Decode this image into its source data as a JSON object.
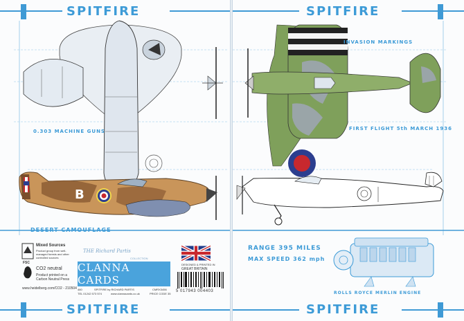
{
  "left_panel": {
    "title_top": "SPITFIRE",
    "title_bottom": "SPITFIRE",
    "caption_guns": "0.303 MACHINE GUNS",
    "caption_camo": "DESERT CAMOUFLAGE",
    "aircraft_letter": "B"
  },
  "right_panel": {
    "title_top": "SPITFIRE",
    "title_bottom": "SPITFIRE",
    "caption_invasion": "INVASION MARKINGS",
    "caption_flight": "FIRST FLIGHT 5th MARCH 1936",
    "range_label": "RANGE",
    "range_value": "395 MILES",
    "speed_label": "MAX SPEED",
    "speed_value": "362 mph",
    "engine_caption": "ROLLS ROYCE MERLIN ENGINE"
  },
  "back_info": {
    "mixed_sources_title": "Mixed Sources",
    "mixed_sources_text": "Product group from well-managed forests and other controlled sources",
    "fsc": "FSC",
    "co2_title": "CO2 neutral",
    "co2_text": "Product printed on a Carbon Neutral Press",
    "printer_url": "www.heidelberg.com/CO2 - 210504",
    "collection_line1": "THE Richard Partis",
    "collection_line2": "COLLECTION",
    "brand": "CLANNA CARDS",
    "product_line": "SPITFIRE by RICHARD PARTIS",
    "code": "CMRX3456",
    "phone": "TEL 01242 573 574",
    "website": "www.clannacards.co.uk",
    "price_code": "PRICE CODE 35",
    "code_left": "460",
    "designed_printed": "DESIGNED & PRINTED IN",
    "country": "GREAT BRITAIN",
    "barcode_number": "5 017943 004403"
  },
  "colors": {
    "accent_blue": "#3d9bd7",
    "roundel_red": "#c8282e",
    "roundel_blue": "#2c3e8f",
    "desert_tan": "#c9955a",
    "camo_green": "#7fa05b"
  }
}
